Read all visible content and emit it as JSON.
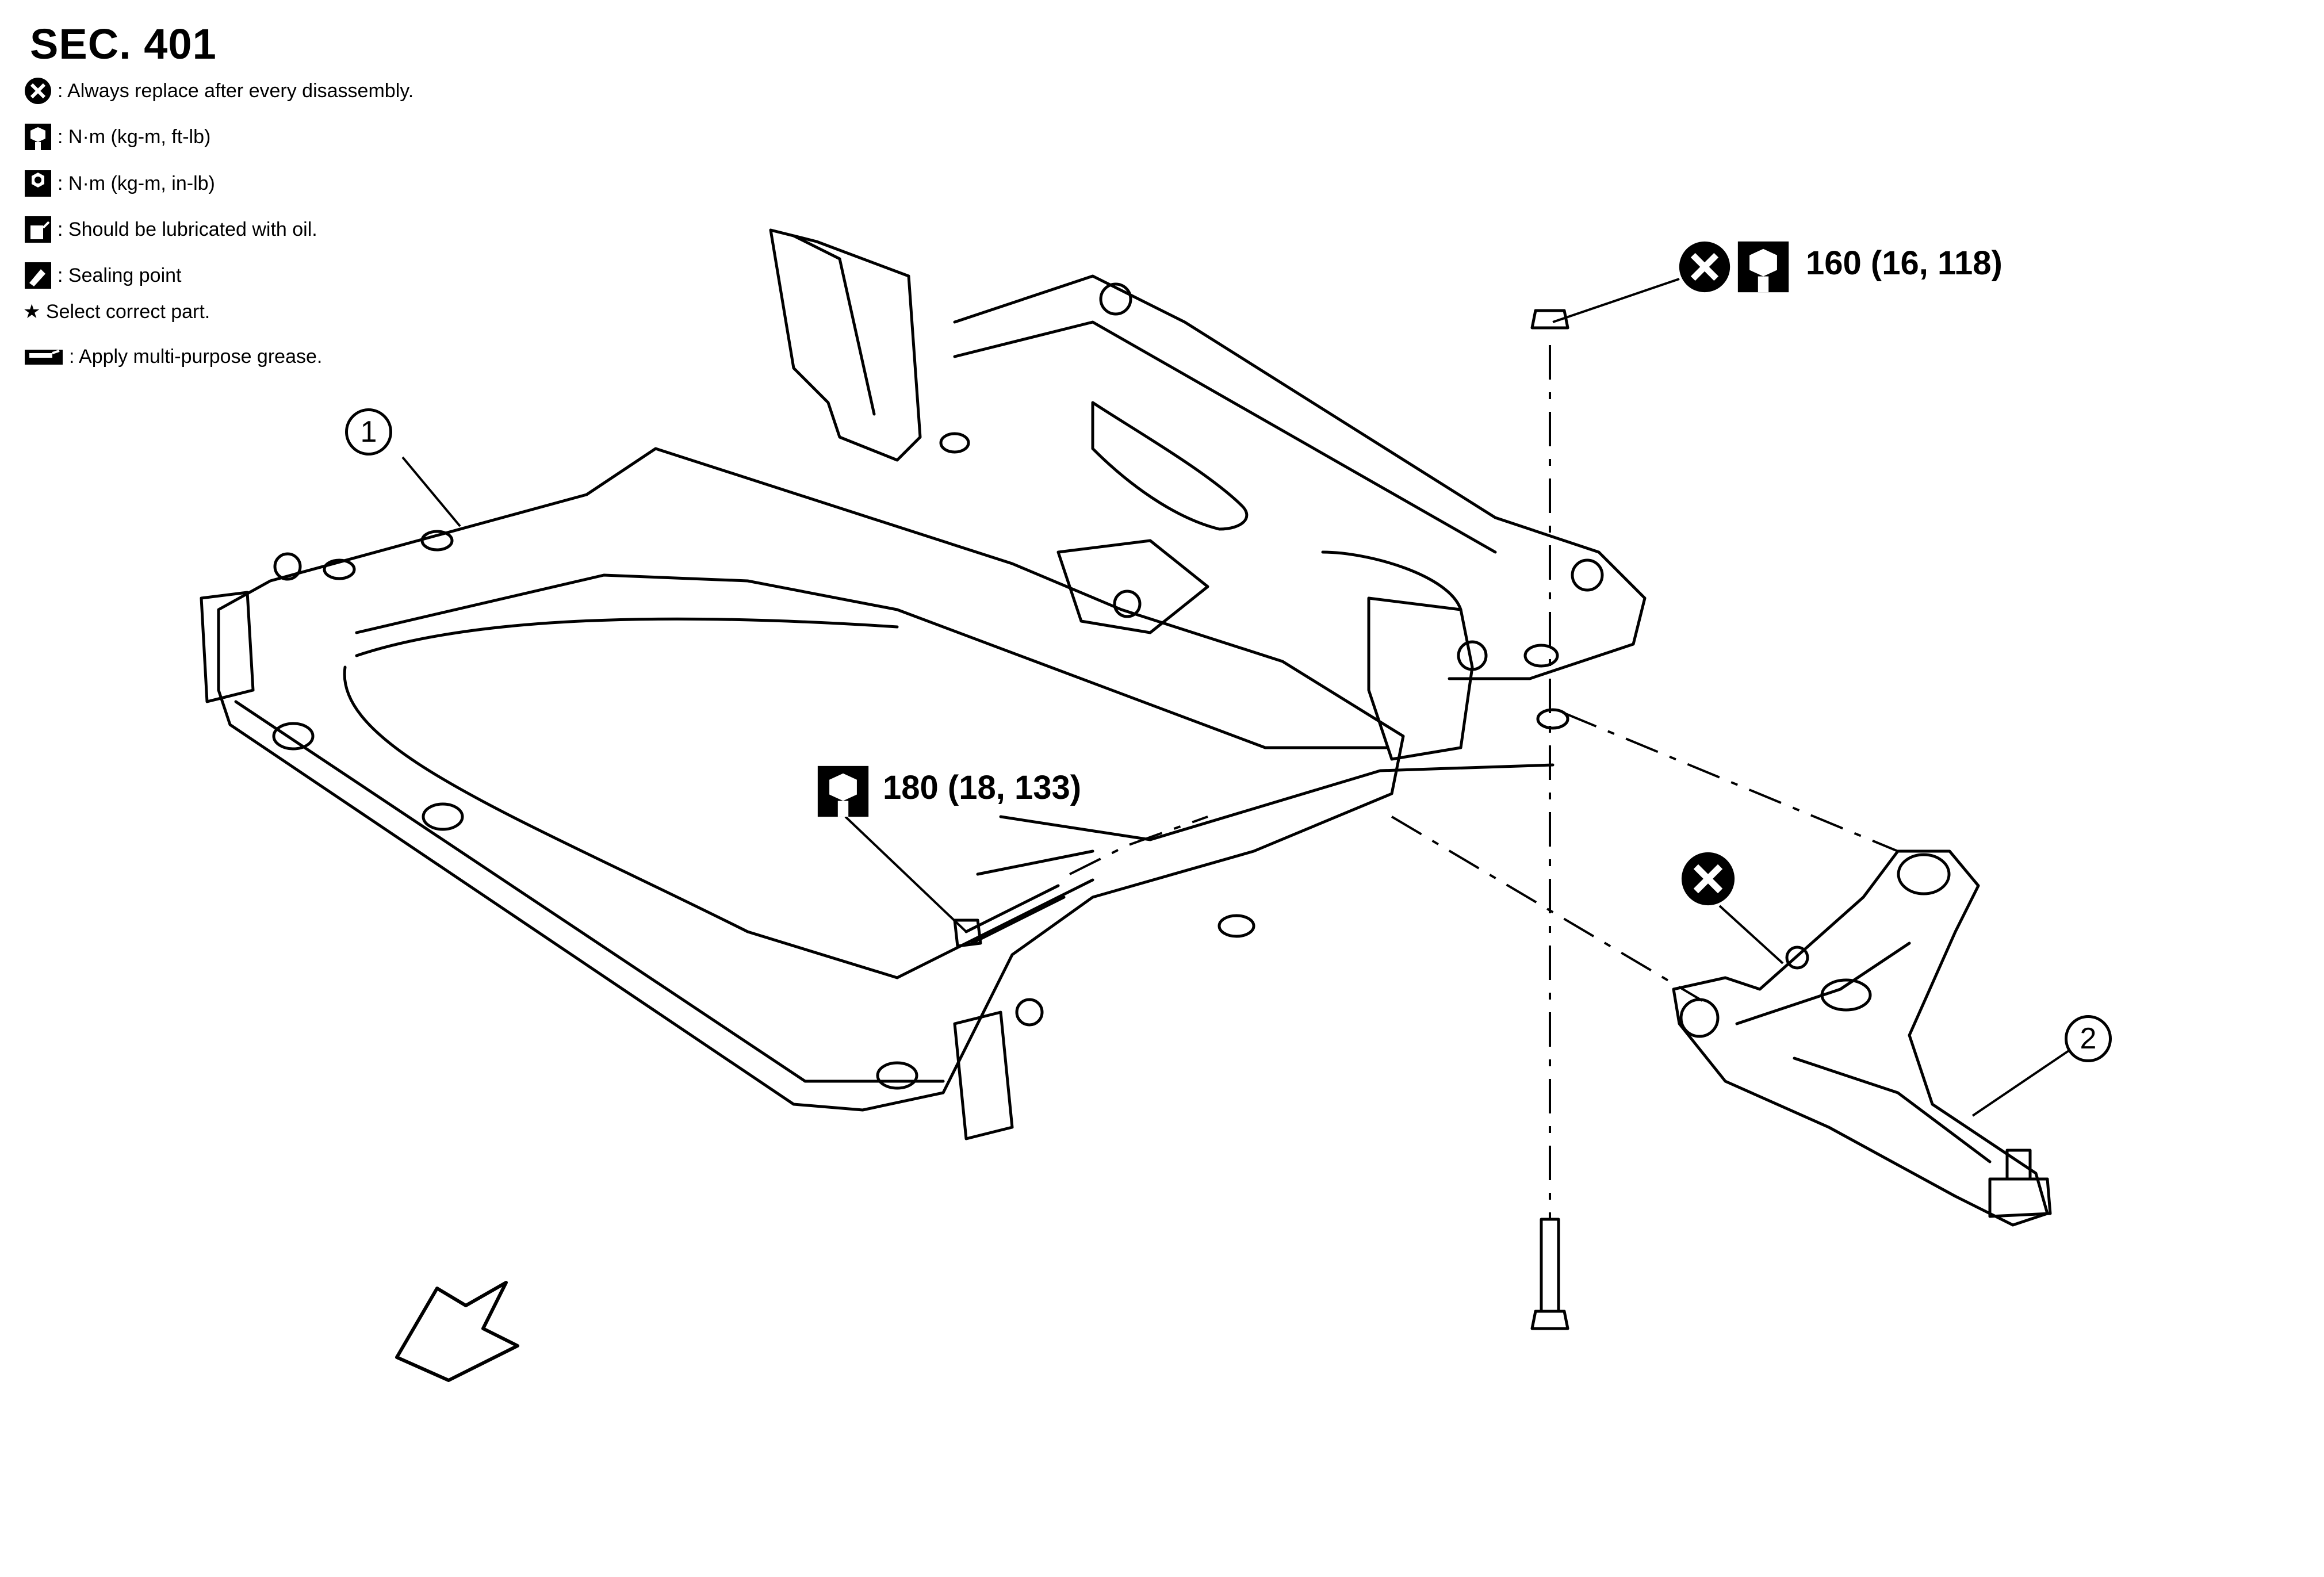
{
  "section": "SEC. 401",
  "legend": [
    {
      "icon": "x-circle-icon",
      "text": ": Always replace after every disassembly."
    },
    {
      "icon": "torque-wrench-icon",
      "text": ": N·m (kg-m, ft-lb)"
    },
    {
      "icon": "torque-wrench-small-icon",
      "text": ": N·m (kg-m, in-lb)"
    },
    {
      "icon": "oil-can-icon",
      "text": ": Should be lubricated with oil."
    },
    {
      "icon": "sealing-icon",
      "text": ": Sealing point"
    },
    {
      "icon": "star-icon",
      "text": "★ Select correct part."
    },
    {
      "icon": "grease-icon",
      "text": ": Apply multi-purpose grease."
    }
  ],
  "callouts": {
    "nut_torque": "160 (16, 118)",
    "bolt_torque": "180 (18, 133)"
  },
  "parts": {
    "p1": "1",
    "p2": "2"
  }
}
